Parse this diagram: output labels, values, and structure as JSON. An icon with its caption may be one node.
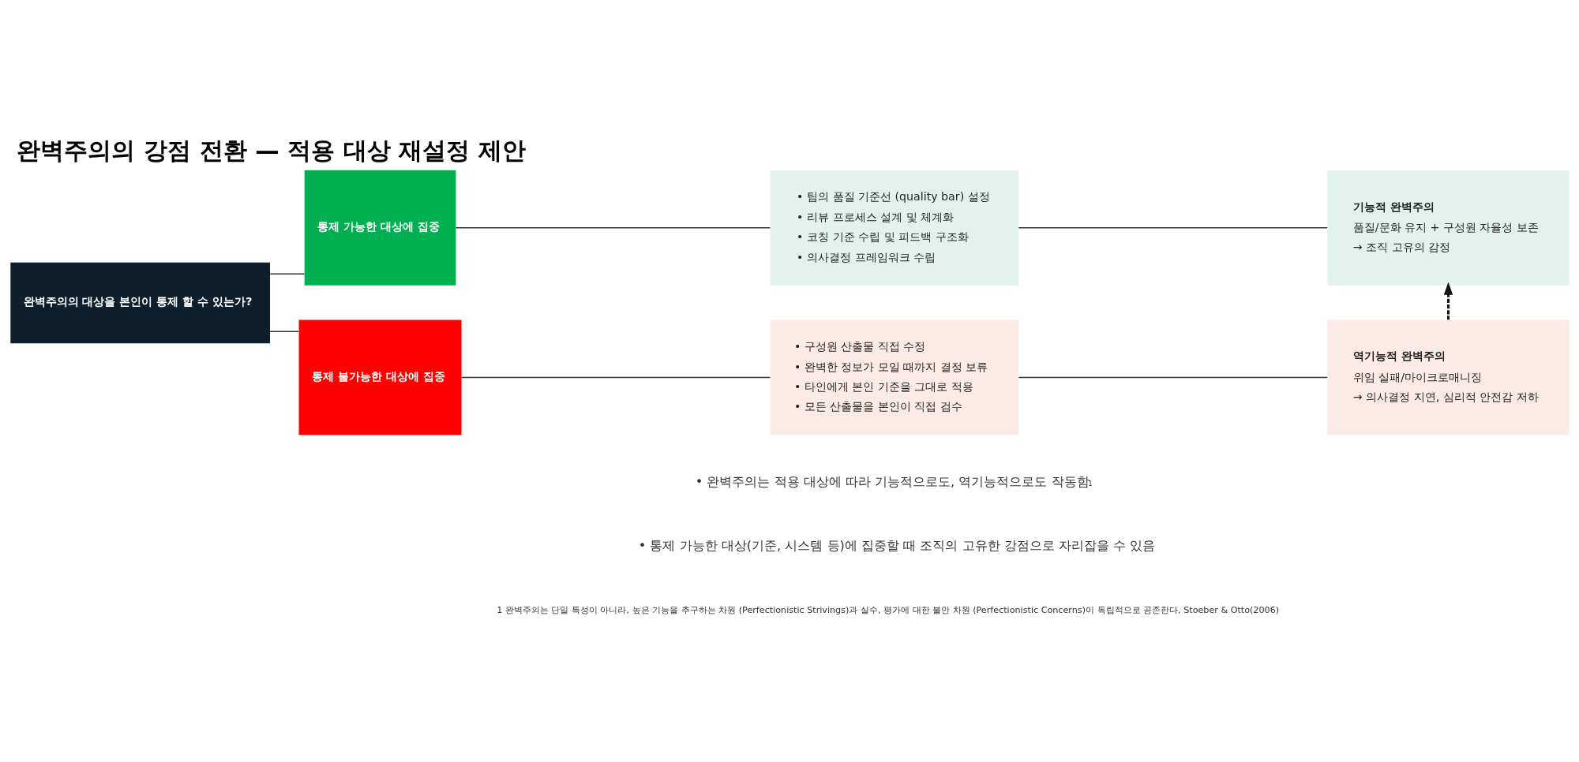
{
  "diagram": {
    "title": "완벽주의의 강점 전환 — 적용 대상 재설정 제안",
    "nodes": [
      {
        "text": [
          "완벽주의의 대상을 본인이 통제 할 수 있는가?"
        ]
      },
      {
        "text": [
          "통제 가능한 대상에 집중"
        ]
      },
      {
        "text": [
          "통제 불가능한 대상에 집중"
        ]
      },
      {
        "text": [
          "• 팀의 품질 기준선 (quality bar) 설정",
          "• 리뷰 프로세스 설계 및 체계화",
          "• 코칭 기준 수립 및 피드백 구조화",
          "• 의사결정 프레임워크 수립"
        ]
      },
      {
        "text": [
          "• 구성원 산출물 직접 수정",
          "• 완벽한 정보가 모일 때까지 결정 보류",
          "• 타인에게 본인 기준을 그대로 적용",
          "• 모든 산출물을 본인이 직접 검수"
        ]
      },
      {
        "text": [
          "기능적 완벽주의",
          "품질/문화 유지 + 구성원 자율성 보존",
          "→ 조직 고유의 감정"
        ]
      },
      {
        "text": [
          "역기능적 완벽주의",
          "위임 실패/마이크로매니징",
          "→ 의사결정 지연, 심리적 안전감 저하"
        ]
      }
    ],
    "edges": [
      {
        "from": 0,
        "to": 1,
        "arrow": "none"
      },
      {
        "from": 0,
        "to": 2,
        "arrow": "none"
      },
      {
        "from": 1,
        "to": 3,
        "arrow": "none"
      },
      {
        "from": 2,
        "to": 4,
        "arrow": "none"
      },
      {
        "from": 3,
        "to": 5,
        "arrow": "none"
      },
      {
        "from": 4,
        "to": 6,
        "arrow": "none"
      },
      {
        "from": 6,
        "to": 5,
        "arrow": "to",
        "style": "dashed",
        "color": "#111111"
      }
    ],
    "labels": [
      "• 완벽주의는 적용 대상에 따라 기능적으로도, 역기능적으로도 작동함$^{1}$",
      "• 통제 가능한 대상(기준, 시스템 등)에 집중할 때 조직의 고유한 강점으로 자리잡을 수 있음",
      "1 완벽주의는 단일 특성이 아니라, 높은 기능을 추구하는 차원 (Perfectionistic Strivings)과 실수, 평가에 대한 불안 차원 (Perfectionistic Concerns)이 독립적으로 공존한다, Stoeber & Otto(2006)"
    ]
  }
}
